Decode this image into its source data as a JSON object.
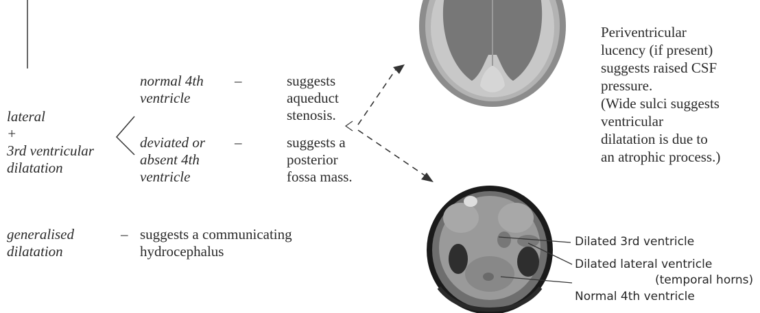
{
  "left_column": {
    "lateral_lines": [
      "lateral",
      "+",
      "3rd ventricular",
      "dilatation"
    ],
    "generalised_lines": [
      "generalised",
      "dilatation"
    ]
  },
  "branch_upper": {
    "condition_lines": [
      "normal 4th",
      "ventricle"
    ],
    "dash": "–",
    "result_lines": [
      "suggests",
      "aqueduct",
      "stenosis."
    ]
  },
  "branch_lower": {
    "condition_lines": [
      "deviated or",
      "absent 4th",
      "ventricle"
    ],
    "dash": "–",
    "result_lines": [
      "suggests a",
      "posterior",
      "fossa mass."
    ]
  },
  "generalised": {
    "dash": "–",
    "result_lines": [
      "suggests a communicating",
      "hydrocephalus"
    ]
  },
  "note_lines": [
    "Periventricular",
    "lucency (if present)",
    "suggests raised CSF",
    "pressure.",
    "(Wide sulci suggests",
    "ventricular",
    "dilatation is due to",
    "an atrophic process.)"
  ],
  "ct_labels": {
    "third_ventricle": "Dilated 3rd ventricle",
    "lateral_ventricle_line1": "Dilated lateral ventricle",
    "lateral_ventricle_line2": "(temporal horns)",
    "fourth_ventricle": "Normal 4th ventricle"
  }
}
